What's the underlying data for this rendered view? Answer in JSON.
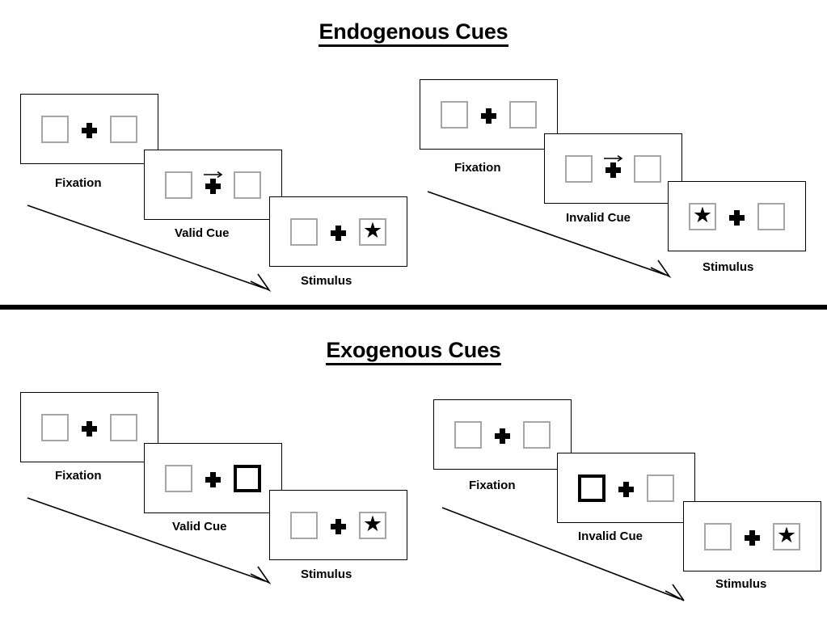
{
  "sections": [
    {
      "id": "endogenous",
      "title": "Endogenous Cues",
      "sequences": [
        {
          "id": "endogenous-valid",
          "panels": [
            {
              "caption": "Fixation",
              "left_box": "empty",
              "right_box": "empty",
              "arrow_cue": "none"
            },
            {
              "caption": "Valid Cue",
              "left_box": "empty",
              "right_box": "empty",
              "arrow_cue": "right"
            },
            {
              "caption": "Stimulus",
              "left_box": "empty",
              "right_box": "star",
              "arrow_cue": "none"
            }
          ]
        },
        {
          "id": "endogenous-invalid",
          "panels": [
            {
              "caption": "Fixation",
              "left_box": "empty",
              "right_box": "empty",
              "arrow_cue": "none"
            },
            {
              "caption": "Invalid Cue",
              "left_box": "empty",
              "right_box": "empty",
              "arrow_cue": "right"
            },
            {
              "caption": "Stimulus",
              "left_box": "star",
              "right_box": "empty",
              "arrow_cue": "none"
            }
          ]
        }
      ]
    },
    {
      "id": "exogenous",
      "title": "Exogenous Cues",
      "sequences": [
        {
          "id": "exogenous-valid",
          "panels": [
            {
              "caption": "Fixation",
              "left_box": "empty",
              "right_box": "empty",
              "arrow_cue": "none"
            },
            {
              "caption": "Valid Cue",
              "left_box": "empty",
              "right_box": "cued",
              "arrow_cue": "none"
            },
            {
              "caption": "Stimulus",
              "left_box": "empty",
              "right_box": "star",
              "arrow_cue": "none"
            }
          ]
        },
        {
          "id": "exogenous-invalid",
          "panels": [
            {
              "caption": "Fixation",
              "left_box": "empty",
              "right_box": "empty",
              "arrow_cue": "none"
            },
            {
              "caption": "Invalid Cue",
              "left_box": "cued",
              "right_box": "empty",
              "arrow_cue": "none"
            },
            {
              "caption": "Stimulus",
              "left_box": "empty",
              "right_box": "star",
              "arrow_cue": "none"
            }
          ]
        }
      ]
    }
  ],
  "icons": {
    "star": "★",
    "cue_arrow": "arrow-right-icon",
    "fixation_cross": "plus-cross-icon",
    "flow_arrow": "diagonal-arrow-icon"
  },
  "colors": {
    "ink": "#000000",
    "box_border": "#a6a6a6",
    "cued_box_border": "#000000",
    "panel_border": "#000000",
    "background": "#ffffff"
  }
}
